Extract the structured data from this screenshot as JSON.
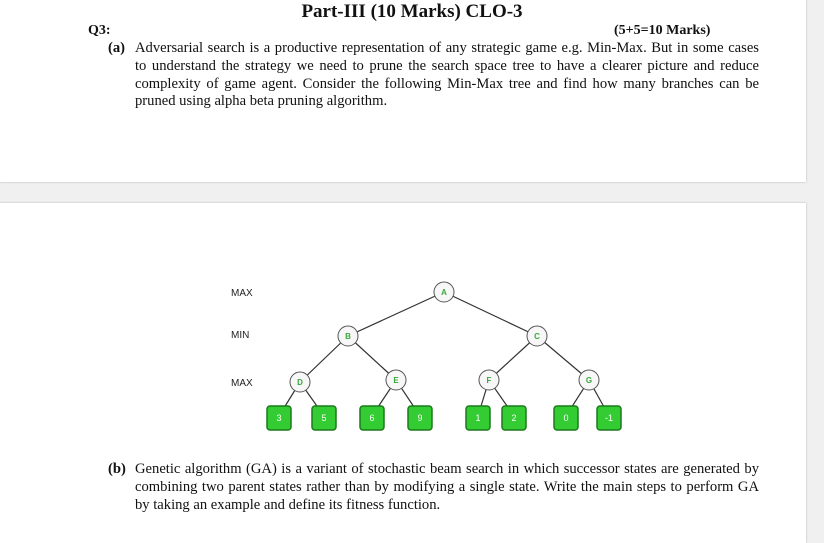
{
  "header": {
    "title": "Part-III (10 Marks) CLO-3",
    "question": "Q3:",
    "marks": "(5+5=10 Marks)"
  },
  "part_a": {
    "label": "(a)",
    "text": "Adversarial search is a productive representation of any strategic game e.g. Min-Max. But in some cases to understand the strategy we need to prune the search space tree to have a clearer picture and reduce complexity of game agent. Consider the following Min-Max tree and find how many branches can be pruned using alpha beta pruning algorithm."
  },
  "tree": {
    "levels": [
      "MAX",
      "MIN",
      "MAX"
    ],
    "nodes": {
      "root": "A",
      "min": [
        "B",
        "C"
      ],
      "max": [
        "D",
        "E",
        "F",
        "G"
      ]
    },
    "leaves": [
      "3",
      "5",
      "6",
      "9",
      "1",
      "2",
      "0",
      "-1"
    ],
    "colors": {
      "node_text": "#3aa63a",
      "leaf_fill": "#33cc33",
      "leaf_border": "#1a7a1a"
    }
  },
  "part_b": {
    "label": "(b)",
    "text": "Genetic algorithm (GA) is a variant of stochastic beam search in which successor states are generated by combining two parent states rather than by modifying a single state. Write the main steps to perform GA by taking an example and define its fitness function."
  }
}
